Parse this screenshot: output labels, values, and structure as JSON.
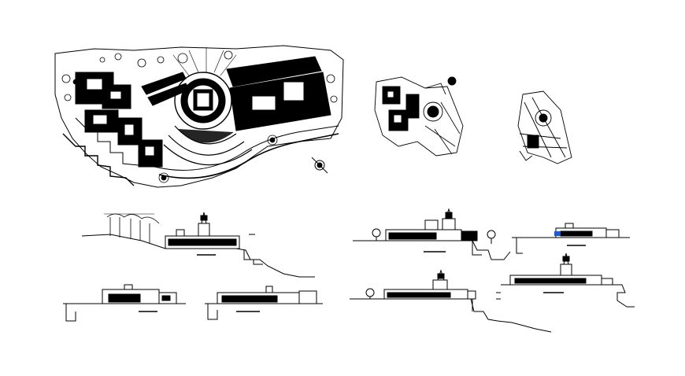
{
  "sheet": {
    "description_visible_text": "",
    "background": "#ffffff",
    "ink": "#000000",
    "accent_blue": "#1e5ad6"
  },
  "drawings": {
    "main_site_plan": {
      "kind": "site-plan"
    },
    "small_plan_a": {
      "kind": "site-plan"
    },
    "small_plan_b": {
      "kind": "site-plan"
    },
    "north_symbol": {
      "kind": "north-arrow-icon"
    },
    "elevations": [
      {
        "kind": "elevation"
      },
      {
        "kind": "elevation"
      },
      {
        "kind": "elevation"
      },
      {
        "kind": "elevation"
      },
      {
        "kind": "elevation"
      },
      {
        "kind": "elevation"
      },
      {
        "kind": "elevation"
      }
    ]
  }
}
